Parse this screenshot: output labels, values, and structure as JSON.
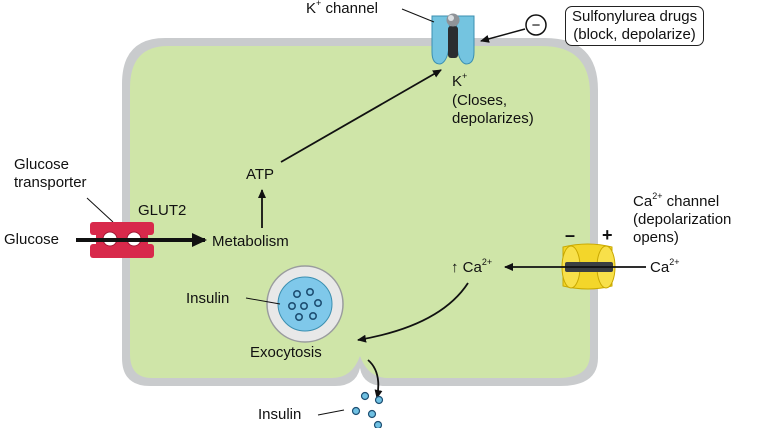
{
  "labels": {
    "k_channel": "K",
    "k_channel_rest": " channel",
    "k_channel_sup": "+",
    "sulfonylurea_line1": "Sulfonylurea drugs",
    "sulfonylurea_line2": "(block, depolarize)",
    "k_ion": "K",
    "k_ion_sup": "+",
    "closes_line1": "(Closes,",
    "closes_line2": "depolarizes)",
    "glucose_transporter_line1": "Glucose",
    "glucose_transporter_line2": "transporter",
    "glut2": "GLUT2",
    "glucose": "Glucose",
    "atp": "ATP",
    "metabolism": "Metabolism",
    "ca_channel_ca": "Ca",
    "ca_channel_sup": "2+",
    "ca_channel_rest": " channel",
    "ca_channel_line2": "(depolarization",
    "ca_channel_line3": "opens)",
    "minus_sign": "–",
    "plus_sign": "+",
    "ca_inside_arrow": "↑",
    "ca_inside": "Ca",
    "ca_inside_sup": "2+",
    "ca_outside": "Ca",
    "ca_outside_sup": "2+",
    "insulin_vesicle": "Insulin",
    "exocytosis": "Exocytosis",
    "insulin_out": "Insulin",
    "drug_sign": "−"
  },
  "colors": {
    "cell_fill": "#cfe5a8",
    "membrane": "#c9cbcd",
    "k_channel": "#74c4e0",
    "glut2": "#d8294b",
    "ca_channel": "#f3d62a",
    "vesicle": "#7fc8ea"
  }
}
